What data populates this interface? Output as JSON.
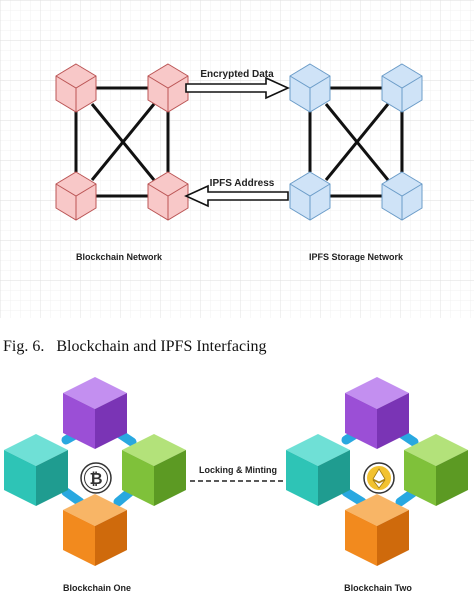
{
  "top_diagram": {
    "arrow_top_label": "Encrypted Data",
    "arrow_bottom_label": "IPFS Address",
    "left_label": "Blockchain Network",
    "right_label": "IPFS Storage Network",
    "colors": {
      "blockchain_node": "#f8c8c8",
      "ipfs_node": "#cfe3f7",
      "link": "#111111"
    }
  },
  "caption": {
    "number": "Fig. 6.",
    "text": "Blockchain and IPFS Interfacing"
  },
  "bottom_diagram": {
    "link_label": "Locking & Minting",
    "left_label": "Blockchain One",
    "right_label": "Blockchain Two",
    "left_coin_icon": "bitcoin-icon",
    "right_coin_icon": "ethereum-icon",
    "colors": {
      "purple": "#9b4fd6",
      "teal": "#2ec4b6",
      "green": "#7fc13a",
      "orange": "#f28a1e",
      "connector": "#29a8e0"
    }
  }
}
